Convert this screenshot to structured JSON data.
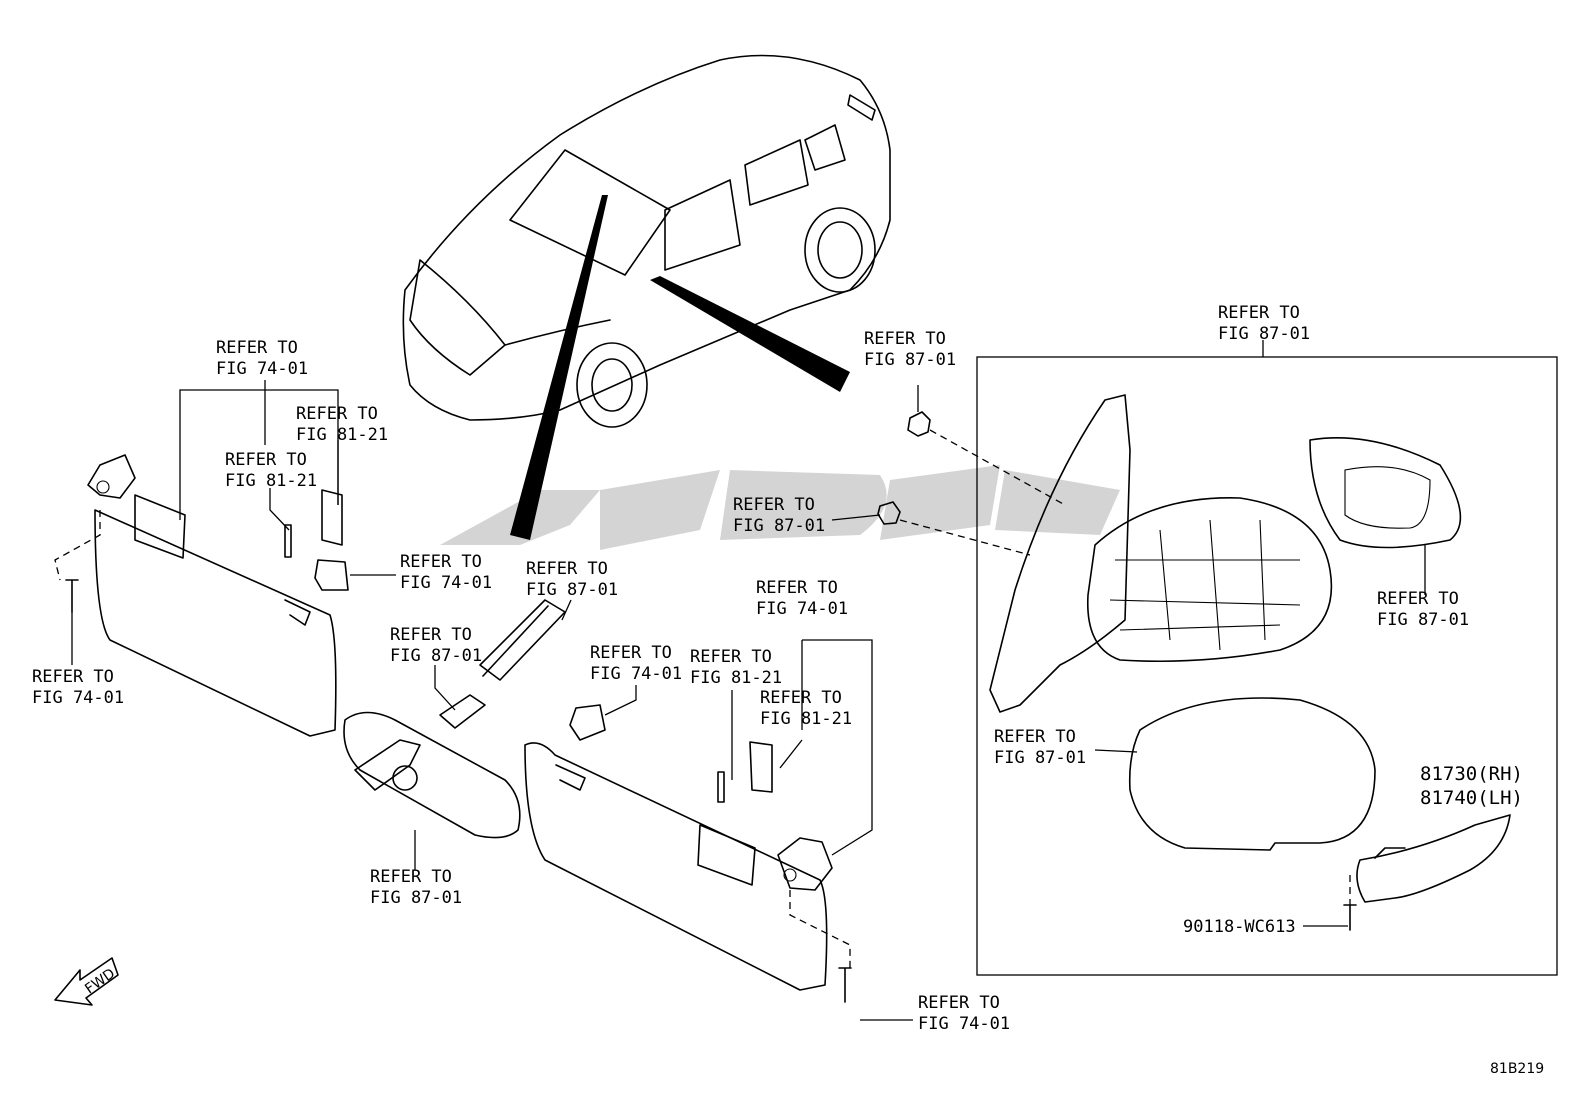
{
  "callouts": [
    {
      "id": "visor-l-top",
      "line1": "REFER TO",
      "line2": "FIG 74-01"
    },
    {
      "id": "visor-l-81a",
      "line1": "REFER TO",
      "line2": "FIG 81-21"
    },
    {
      "id": "visor-l-81b",
      "line1": "REFER TO",
      "line2": "FIG 81-21"
    },
    {
      "id": "visor-l-clip",
      "line1": "REFER TO",
      "line2": "FIG 74-01"
    },
    {
      "id": "visor-l-screw",
      "line1": "REFER TO",
      "line2": "FIG 74-01"
    },
    {
      "id": "windshield",
      "line1": "REFER TO",
      "line2": "FIG 87-01"
    },
    {
      "id": "bracket",
      "line1": "REFER TO",
      "line2": "FIG 87-01"
    },
    {
      "id": "inner-mirror",
      "line1": "REFER TO",
      "line2": "FIG 87-01"
    },
    {
      "id": "visor-r-clip",
      "line1": "REFER TO",
      "line2": "FIG 74-01"
    },
    {
      "id": "visor-r-top",
      "line1": "REFER TO",
      "line2": "FIG 74-01"
    },
    {
      "id": "visor-r-81a",
      "line1": "REFER TO",
      "line2": "FIG 81-21"
    },
    {
      "id": "visor-r-81b",
      "line1": "REFER TO",
      "line2": "FIG 81-21"
    },
    {
      "id": "visor-r-screw",
      "line1": "REFER TO",
      "line2": "FIG 74-01"
    },
    {
      "id": "mirror-nut-1",
      "line1": "REFER TO",
      "line2": "FIG 87-01"
    },
    {
      "id": "mirror-nut-2",
      "line1": "REFER TO",
      "line2": "FIG 87-01"
    },
    {
      "id": "outer-mirror",
      "line1": "REFER TO",
      "line2": "FIG 87-01"
    },
    {
      "id": "mirror-glass",
      "line1": "REFER TO",
      "line2": "FIG 87-01"
    },
    {
      "id": "mirror-cover",
      "line1": "REFER TO",
      "line2": "FIG 87-01"
    }
  ],
  "part_numbers": {
    "side_turn_rh": "81730(RH)",
    "side_turn_lh": "81740(LH)",
    "screw": "90118-WC613"
  },
  "fwd_label": "FWD",
  "figure_code": "81B219",
  "colors": {
    "line": "#000000",
    "watermark": "#bdbdbd"
  }
}
